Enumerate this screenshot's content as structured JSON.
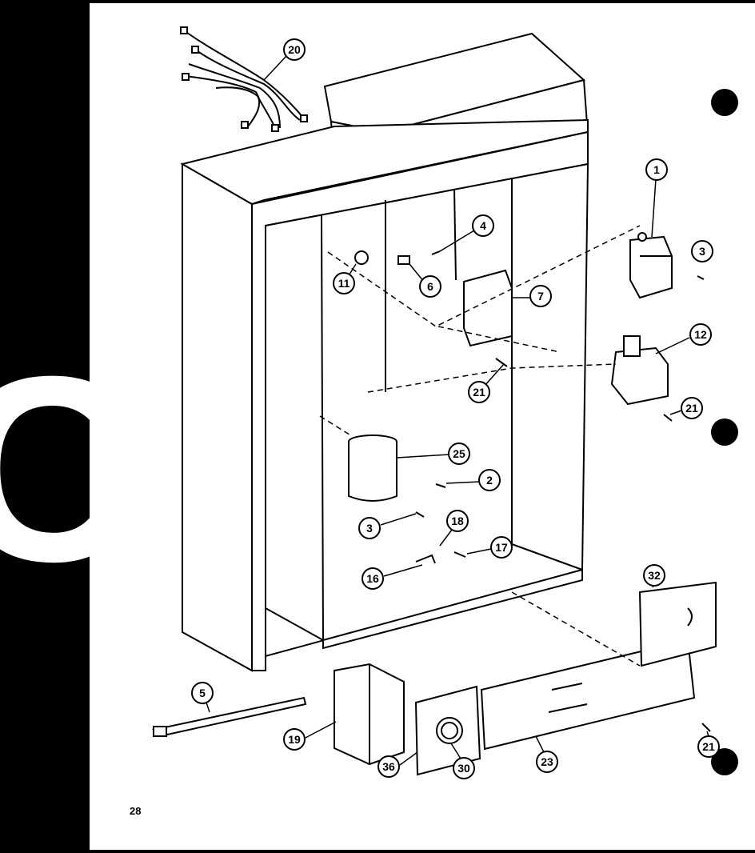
{
  "page_number": "28",
  "section_tab_letter": "C",
  "callouts": [
    {
      "id": "wire-harness",
      "label": "20"
    },
    {
      "id": "transformer",
      "label": "1"
    },
    {
      "id": "transformer-screw",
      "label": "3"
    },
    {
      "id": "clip-4",
      "label": "4"
    },
    {
      "id": "clip-6",
      "label": "6"
    },
    {
      "id": "thermostat-11",
      "label": "11"
    },
    {
      "id": "relay-7",
      "label": "7"
    },
    {
      "id": "relay-12",
      "label": "12"
    },
    {
      "id": "screw-21-a",
      "label": "21"
    },
    {
      "id": "screw-21-b",
      "label": "21"
    },
    {
      "id": "capacitor",
      "label": "25"
    },
    {
      "id": "bracket-2",
      "label": "2"
    },
    {
      "id": "screw-3-b",
      "label": "3"
    },
    {
      "id": "part-18",
      "label": "18"
    },
    {
      "id": "screw-17",
      "label": "17"
    },
    {
      "id": "part-16",
      "label": "16"
    },
    {
      "id": "panel-32",
      "label": "32"
    },
    {
      "id": "cable-tie",
      "label": "5"
    },
    {
      "id": "contactor",
      "label": "19"
    },
    {
      "id": "plate-36",
      "label": "36"
    },
    {
      "id": "knob-30",
      "label": "30"
    },
    {
      "id": "cover-23",
      "label": "23"
    },
    {
      "id": "screw-21-c",
      "label": "21"
    }
  ]
}
